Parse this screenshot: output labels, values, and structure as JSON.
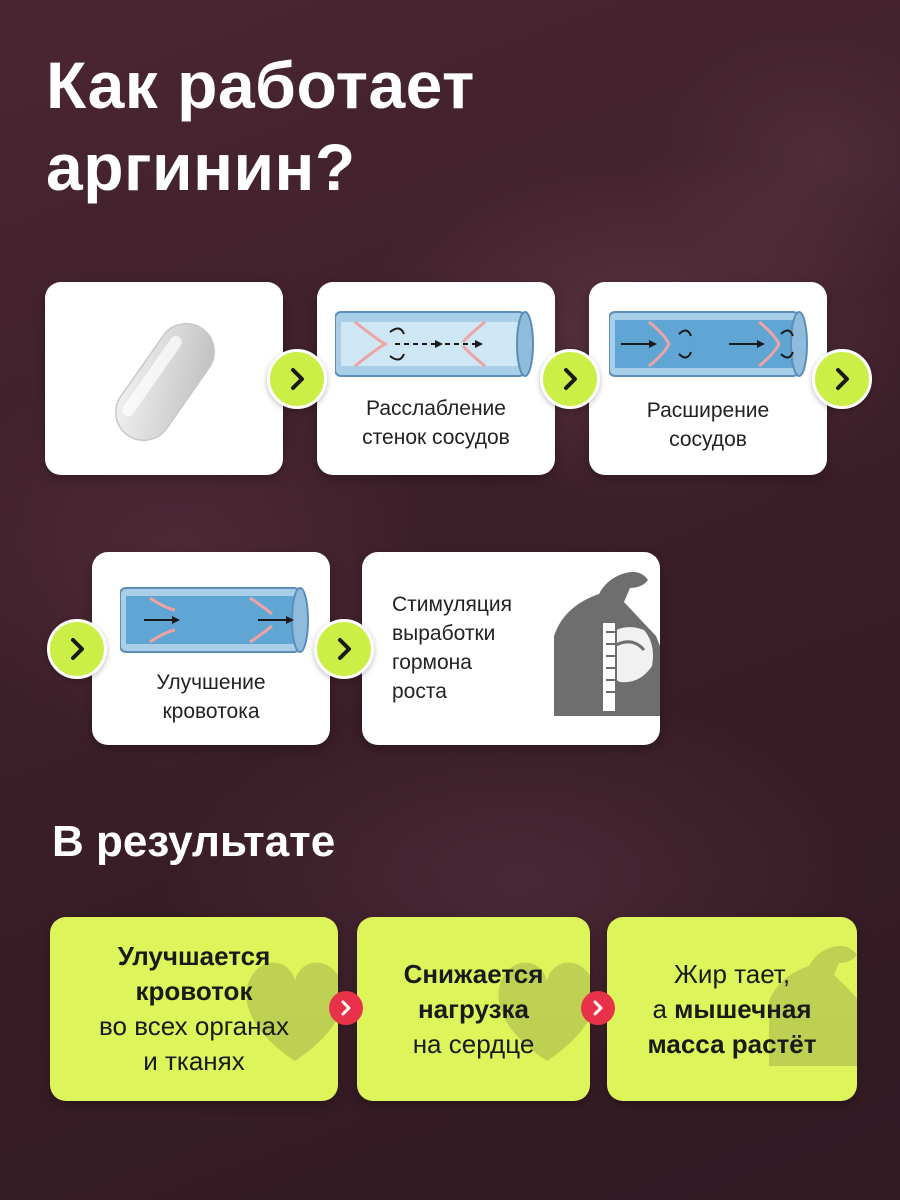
{
  "title": {
    "line1": "Как работает",
    "line2": "аргинин?"
  },
  "steps": [
    {
      "label": "",
      "icon": "capsule-icon"
    },
    {
      "label_line1": "Расслабление",
      "label_line2": "стенок сосудов",
      "icon": "vessel-relax-icon"
    },
    {
      "label_line1": "Расширение",
      "label_line2": "сосудов",
      "icon": "vessel-widen-icon"
    },
    {
      "label_line1": "Улучшение",
      "label_line2": "кровотока",
      "icon": "vessel-flow-icon"
    },
    {
      "label_lines": [
        "Стимуляция",
        "выработки",
        "гормона",
        "роста"
      ],
      "icon": "muscle-arm-icon"
    }
  ],
  "results_title": "В результате",
  "results": [
    {
      "bold1": "Улучшается",
      "bold2": "кровоток",
      "normal1": "во всех органах",
      "normal2": "и тканях"
    },
    {
      "bold1": "Снижается",
      "bold2": "нагрузка",
      "normal1": "на сердце"
    },
    {
      "normal1": "Жир тает,",
      "normal2_prefix": "а ",
      "bold1": "мышечная",
      "bold2": "масса растёт"
    }
  ],
  "colors": {
    "accent_green": "#ccef48",
    "result_card": "#ddf45a",
    "result_arrow": "#e8324a",
    "background": "#3a1e27"
  }
}
